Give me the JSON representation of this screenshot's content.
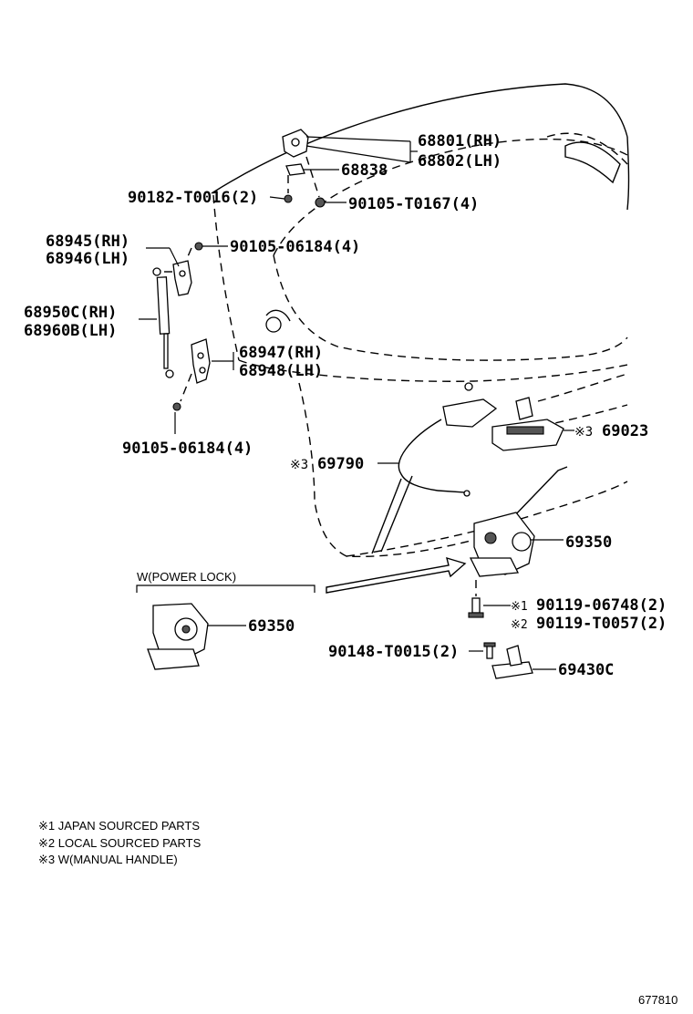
{
  "labels": {
    "p68801": "68801(RH)",
    "p68802": "68802(LH)",
    "p68838": "68838",
    "p90182": "90182-T0016(2)",
    "p90105_t0167": "90105-T0167(4)",
    "p68945": "68945(RH)",
    "p68946": "68946(LH)",
    "p90105_06184_a": "90105-06184(4)",
    "p68950c": "68950C(RH)",
    "p68960b": "68960B(LH)",
    "p68947": "68947(RH)",
    "p68948": "68948(LH)",
    "p90105_06184_b": "90105-06184(4)",
    "p69023": "69023",
    "p69023_mark": "※3",
    "p69790": "69790",
    "p69790_mark": "※3",
    "p69350_main": "69350",
    "power_lock_label": "W(POWER LOCK)",
    "p69350_inset": "69350",
    "p90119_06748": "90119-06748(2)",
    "p90119_06748_mark": "※1",
    "p90119_t0057": "90119-T0057(2)",
    "p90119_t0057_mark": "※2",
    "p90148": "90148-T0015(2)",
    "p69430c": "69430C"
  },
  "notes": [
    "※1 JAPAN SOURCED PARTS",
    "※2 LOCAL SOURCED PARTS",
    "※3 W(MANUAL HANDLE)"
  ],
  "figure_number": "677810"
}
